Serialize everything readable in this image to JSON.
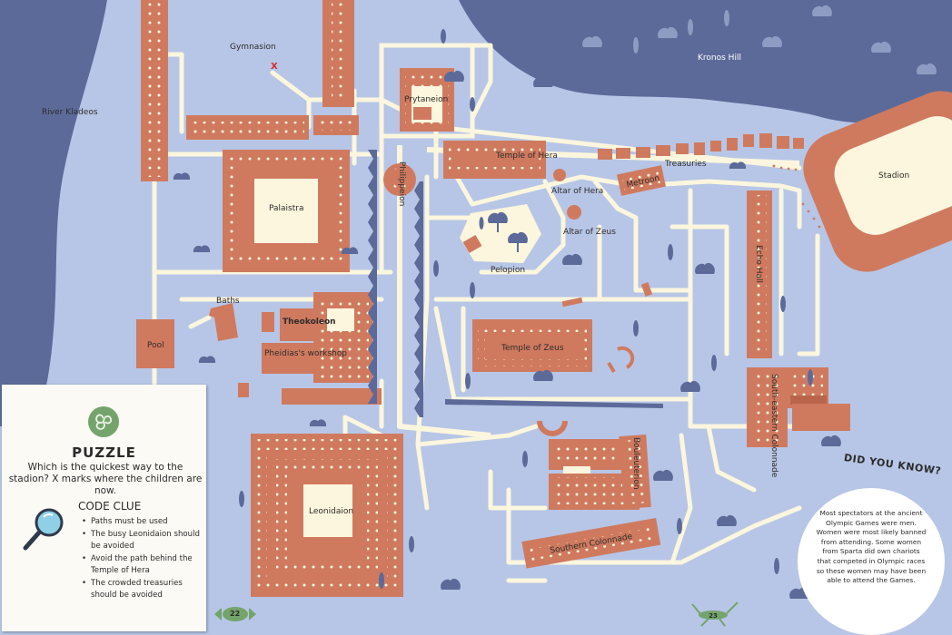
{
  "colors": {
    "background": "#b7c6e6",
    "water": "#5c6a99",
    "hill": "#5c6a99",
    "building": "#cf7a5f",
    "building_dark": "#b9654b",
    "path": "#fbf6dd",
    "tree": "#5c6a99",
    "panel": "#fbfaf5",
    "accent_green": "#74a46b"
  },
  "map": {
    "labels": {
      "gymnasion": "Gymnasion",
      "x_mark": "X",
      "river": "River Kladeos",
      "kronos": "Kronos Hill",
      "prytaneion": "Prytaneion",
      "philippeion": "Philippeion",
      "temple_of_hera": "Temple of Hera",
      "altar_of_hera": "Altar of Hera",
      "altar_of_zeus": "Altar of Zeus",
      "metroon": "Metroon",
      "treasuries": "Treasuries",
      "stadion": "Stadion",
      "palaistra": "Palaistra",
      "pelopion": "Pelopion",
      "echo_hall": "Echo Hall",
      "baths": "Baths",
      "theokoleon": "Theokoleon",
      "pheidias_workshop": "Pheidias's workshop",
      "pool": "Pool",
      "temple_of_zeus": "Temple of Zeus",
      "south_eastern_colonnade": "South-eastern Colonnade",
      "bouleuterion": "Bouleuterion",
      "leonidaion": "Leonidaion",
      "southern_colonnade": "Southern Colonnade"
    }
  },
  "puzzle": {
    "icon": "triskele-icon",
    "title": "PUZZLE",
    "question": "Which is the quickest way to the stadion? X marks where the children are now.",
    "clue_title": "CODE CLUE",
    "clue_icon": "magnifying-glass-icon",
    "clues": [
      "Paths must be used",
      "The busy Leonidaion should be avoided",
      "Avoid the path behind the Temple of Hera",
      "The crowded treasuries should be avoided"
    ]
  },
  "did_you_know": {
    "title": "DID YOU KNOW?",
    "text": "Most spectators at the ancient Olympic Games were men. Women were most likely banned from attending. Some women from Sparta did own chariots that competed in Olympic races so these women may have been able to attend the Games."
  },
  "pages": {
    "left": "22",
    "right": "23"
  }
}
